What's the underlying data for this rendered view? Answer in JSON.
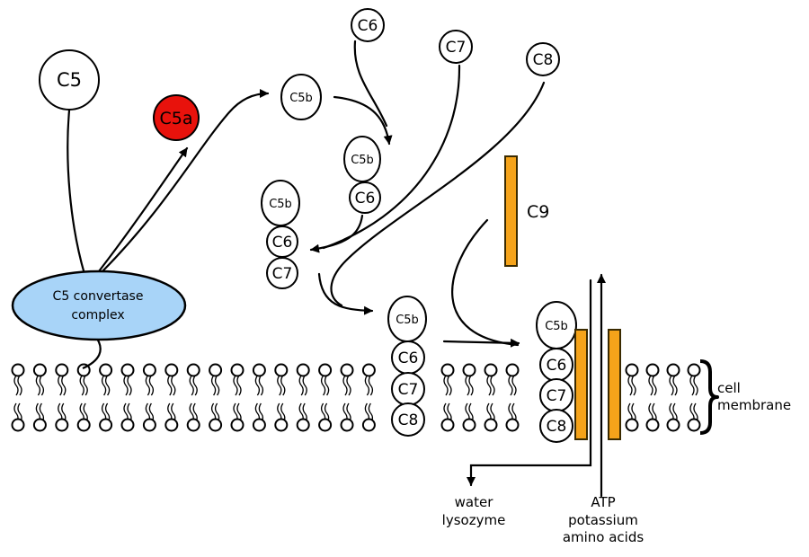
{
  "molecules": {
    "c5": "C5",
    "c5a": "C5a",
    "c5b": "C5b",
    "c6": "C6",
    "c7": "C7",
    "c8": "C8",
    "c9": "C9"
  },
  "convertase": {
    "line1": "C5 convertase",
    "line2": "complex"
  },
  "membrane": {
    "line1": "cell",
    "line2": "membrane"
  },
  "efflux": {
    "line1": "water",
    "line2": "lysozyme"
  },
  "influx": {
    "line1": "ATP",
    "line2": "potassium",
    "line3": "amino acids"
  },
  "colors": {
    "c5a_fill": "#e8120c",
    "convertase_fill": "#a8d4f8",
    "c9_fill": "#f5a31a",
    "c9_stroke": "#3a2a00"
  }
}
